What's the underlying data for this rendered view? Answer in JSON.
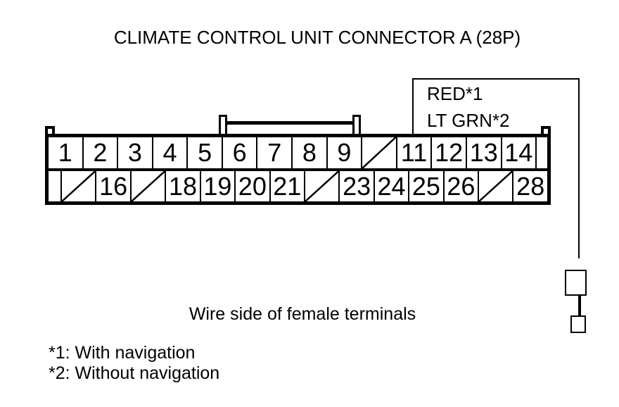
{
  "title": "CLIMATE CONTROL UNIT CONNECTOR A (28P)",
  "wire_color_label": {
    "line1": "RED*1",
    "line2": "LT GRN*2"
  },
  "connector": {
    "rows": [
      {
        "name": "top",
        "cells": [
          {
            "type": "pin",
            "label": "1"
          },
          {
            "type": "pin",
            "label": "2"
          },
          {
            "type": "pin",
            "label": "3"
          },
          {
            "type": "pin",
            "label": "4"
          },
          {
            "type": "pin",
            "label": "5"
          },
          {
            "type": "pin",
            "label": "6"
          },
          {
            "type": "pin",
            "label": "7"
          },
          {
            "type": "pin",
            "label": "8"
          },
          {
            "type": "pin",
            "label": "9"
          },
          {
            "type": "slash"
          },
          {
            "type": "pin",
            "label": "11"
          },
          {
            "type": "pin",
            "label": "12"
          },
          {
            "type": "pin",
            "label": "13"
          },
          {
            "type": "pin",
            "label": "14"
          },
          {
            "type": "blank",
            "width": 15
          }
        ]
      },
      {
        "name": "bottom",
        "cells": [
          {
            "type": "blank",
            "width": 19
          },
          {
            "type": "slash"
          },
          {
            "type": "pin",
            "label": "16"
          },
          {
            "type": "slash"
          },
          {
            "type": "pin",
            "label": "18"
          },
          {
            "type": "pin",
            "label": "19"
          },
          {
            "type": "pin",
            "label": "20"
          },
          {
            "type": "pin",
            "label": "21"
          },
          {
            "type": "slash"
          },
          {
            "type": "pin",
            "label": "23"
          },
          {
            "type": "pin",
            "label": "24"
          },
          {
            "type": "pin",
            "label": "25"
          },
          {
            "type": "pin",
            "label": "26"
          },
          {
            "type": "slash"
          },
          {
            "type": "pin",
            "label": "28"
          }
        ]
      }
    ]
  },
  "caption": "Wire side of female terminals",
  "footnotes": [
    "*1: With navigation",
    "*2: Without navigation"
  ],
  "colors": {
    "line": "#000000",
    "background": "#ffffff"
  }
}
